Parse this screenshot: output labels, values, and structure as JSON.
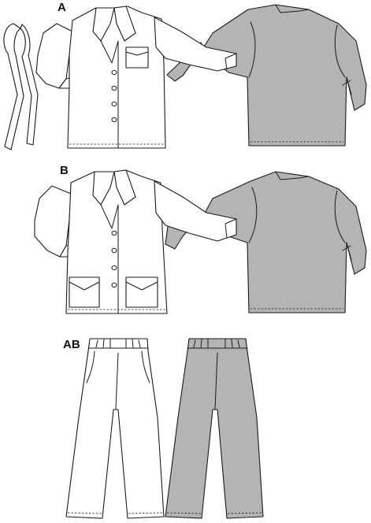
{
  "labels": {
    "view_a": "A",
    "view_b": "B",
    "view_ab": "AB"
  },
  "colors": {
    "line": "#1a1a1a",
    "back_fill": "#b4b4b4",
    "front_fill": "#ffffff"
  }
}
